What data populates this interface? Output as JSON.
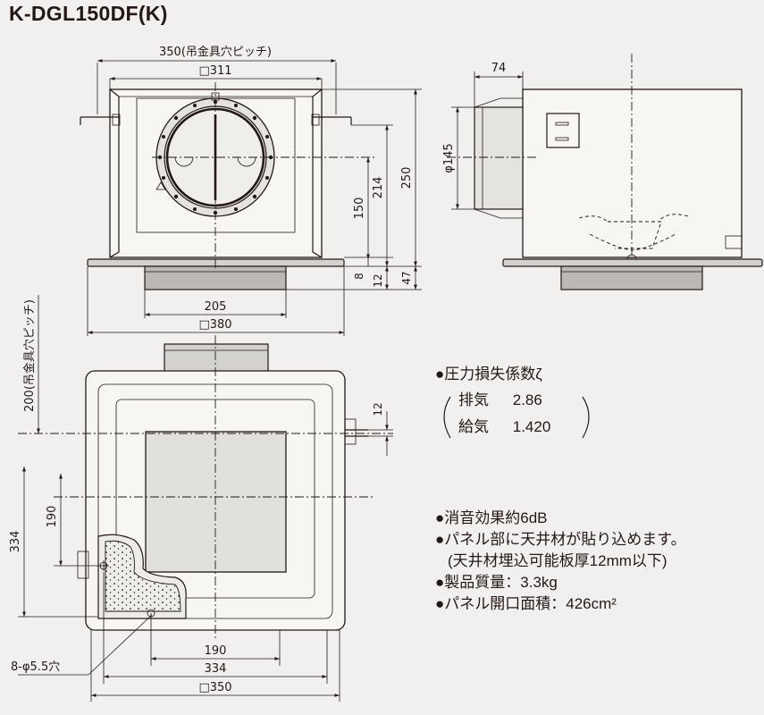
{
  "title": "K-DGL150DF(K)",
  "dimensions": {
    "pitch_350": "350(吊金具穴ピッチ)",
    "sq311": "□311",
    "d74": "74",
    "phi145": "φ145",
    "d250": "250",
    "d214": "214",
    "d150": "150",
    "d8": "8",
    "d12": "12",
    "d47": "47",
    "d205": "205",
    "sq380": "□380",
    "pitch_200": "200(吊金具穴ピッチ)",
    "d12b": "12",
    "d190v": "190",
    "d334v": "334",
    "d190h": "190",
    "d334h": "334",
    "sq350": "□350",
    "holes": "8-φ5.5穴"
  },
  "pressure": {
    "heading": "●圧力損失係数ζ",
    "rows": [
      {
        "label": "排気",
        "value": "2.86"
      },
      {
        "label": "給気",
        "value": "1.420"
      }
    ]
  },
  "features": [
    "●消音効果約6dB",
    "●パネル部に天井材が貼り込めます。",
    "(天井材埋込可能板厚12mm以下)",
    "●製品質量：3.3kg",
    "●パネル開口面積：426cm²"
  ]
}
